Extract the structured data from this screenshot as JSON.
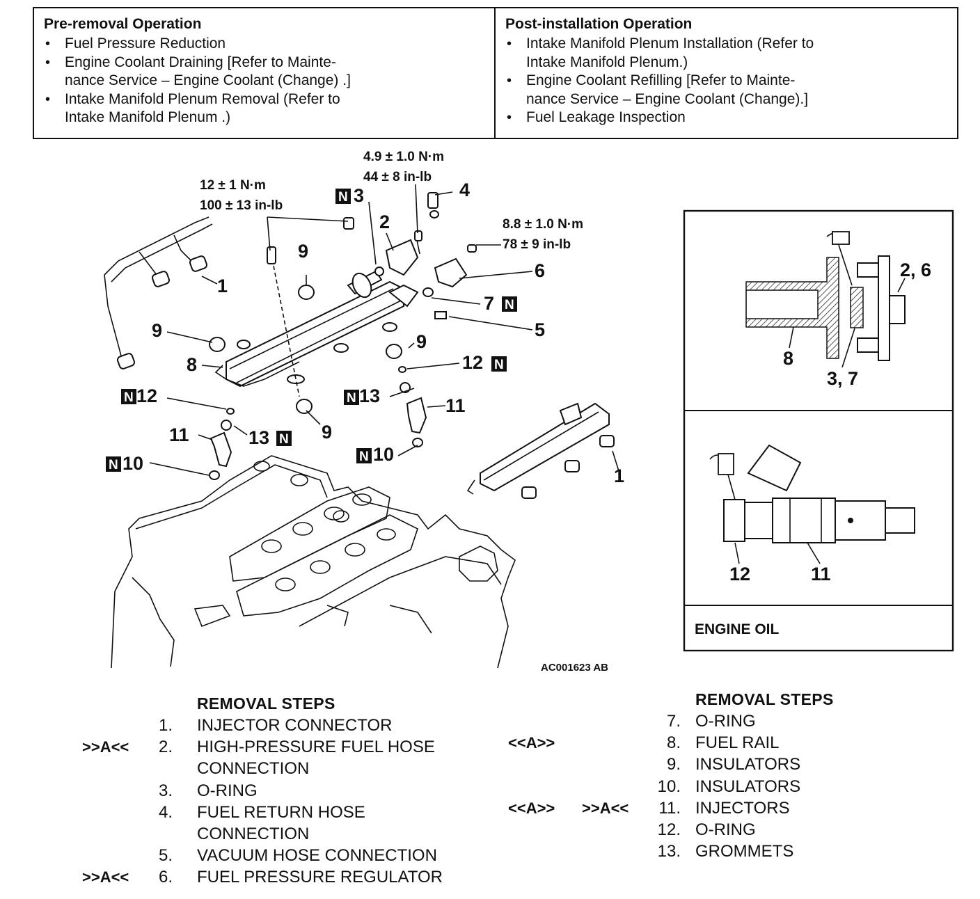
{
  "pre_removal": {
    "heading": "Pre-removal Operation",
    "items": [
      "Fuel Pressure Reduction",
      "Engine Coolant Draining [Refer to  Mainte-\nnance Service – Engine Coolant (Change) .]",
      "Intake Manifold Plenum Removal (Refer to\nIntake Manifold Plenum .)"
    ]
  },
  "post_installation": {
    "heading": "Post-installation Operation",
    "items": [
      "Intake Manifold Plenum Installation (Refer to\nIntake Manifold Plenum.)",
      "Engine Coolant Refilling [Refer to Mainte-\nnance Service – Engine Coolant (Change).]",
      "Fuel Leakage Inspection"
    ]
  },
  "diagram": {
    "torque_bolt_fuelrail_nm": "12 ± 1 N·m",
    "torque_bolt_fuelrail_inlb": "100 ± 13 in-lb",
    "torque_hose_nm": "4.9 ± 1.0 N·m",
    "torque_hose_inlb": "44 ± 8 in-lb",
    "torque_regulator_nm": "8.8 ± 1.0 N·m",
    "torque_regulator_inlb": "78 ± 9 in-lb",
    "callouts": {
      "c1a": "1",
      "c1b": "1",
      "c2": "2",
      "c3": "3",
      "c4": "4",
      "c5": "5",
      "c6": "6",
      "c7": "7",
      "c8": "8",
      "c9a": "9",
      "c9b": "9",
      "c9c": "9",
      "c9d": "9",
      "c10a": "10",
      "c10b": "10",
      "c11a": "11",
      "c11b": "11",
      "c12a": "12",
      "c12b": "12",
      "c13a": "13",
      "c13b": "13"
    },
    "new_part_mark": "N",
    "figure_code": "AC001623 AB",
    "inset_top_labels": {
      "a": "2, 6",
      "b": "8",
      "c": "3, 7"
    },
    "inset_bottom_labels": {
      "a": "12",
      "b": "11"
    },
    "engine_oil": "ENGINE OIL"
  },
  "steps_left": {
    "heading": "REMOVAL STEPS",
    "rows": [
      {
        "mark": "",
        "num": "1.",
        "text": "INJECTOR CONNECTOR"
      },
      {
        "mark": ">>A<<",
        "num": "2.",
        "text": "HIGH-PRESSURE FUEL HOSE"
      },
      {
        "mark": "",
        "num": "",
        "text": "CONNECTION"
      },
      {
        "mark": "",
        "num": "3.",
        "text": "O-RING"
      },
      {
        "mark": "",
        "num": "4.",
        "text": "FUEL RETURN HOSE"
      },
      {
        "mark": "",
        "num": "",
        "text": "CONNECTION"
      },
      {
        "mark": "",
        "num": "5.",
        "text": "VACUUM HOSE CONNECTION"
      },
      {
        "mark": ">>A<<",
        "num": "6.",
        "text": "FUEL PRESSURE REGULATOR"
      }
    ]
  },
  "steps_right": {
    "heading": "REMOVAL STEPS",
    "rows": [
      {
        "mark1": "",
        "mark2": "",
        "num": "7.",
        "text": "O-RING"
      },
      {
        "mark1": "<<A>>",
        "mark2": "",
        "num": "8.",
        "text": "FUEL RAIL"
      },
      {
        "mark1": "",
        "mark2": "",
        "num": "9.",
        "text": "INSULATORS"
      },
      {
        "mark1": "",
        "mark2": "",
        "num": "10.",
        "text": "INSULATORS"
      },
      {
        "mark1": "<<A>>",
        "mark2": ">>A<<",
        "num": "11.",
        "text": "INJECTORS"
      },
      {
        "mark1": "",
        "mark2": "",
        "num": "12.",
        "text": "O-RING"
      },
      {
        "mark1": "",
        "mark2": "",
        "num": "13.",
        "text": "GROMMETS"
      }
    ]
  }
}
